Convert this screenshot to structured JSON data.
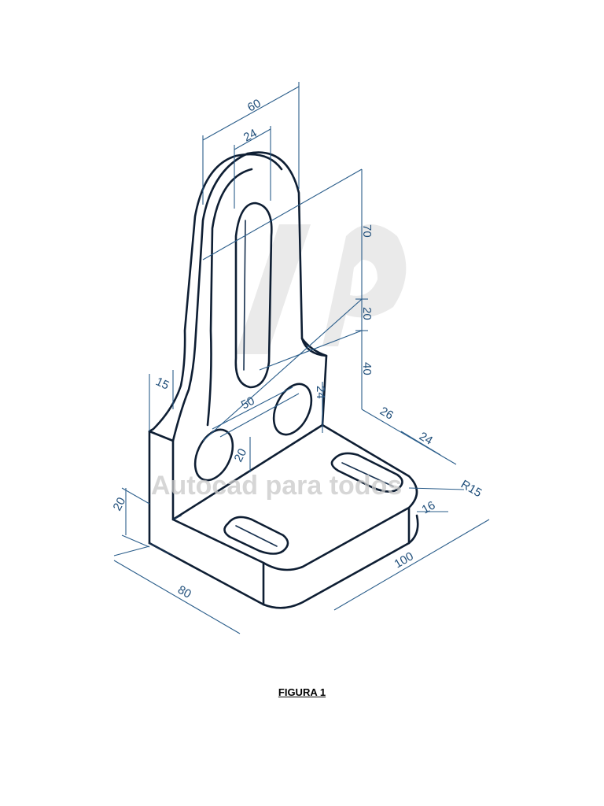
{
  "caption": "FIGURA 1",
  "watermark": {
    "text": "Autocad para todos",
    "logo_letters": "AP"
  },
  "dimensions": {
    "d60": "60",
    "d24_top": "24",
    "d70": "70",
    "d20_right": "20",
    "d40": "40",
    "d24_hole": "24",
    "d50": "50",
    "d15": "15",
    "d20_hole": "20",
    "d20_base": "20",
    "d80": "80",
    "d100": "100",
    "d26": "26",
    "d24_base": "24",
    "r15": "R15",
    "d16": "16"
  },
  "colors": {
    "outline": "#0e1e33",
    "dimension": "#2a5d8a",
    "watermark": "#c9c9c9"
  }
}
